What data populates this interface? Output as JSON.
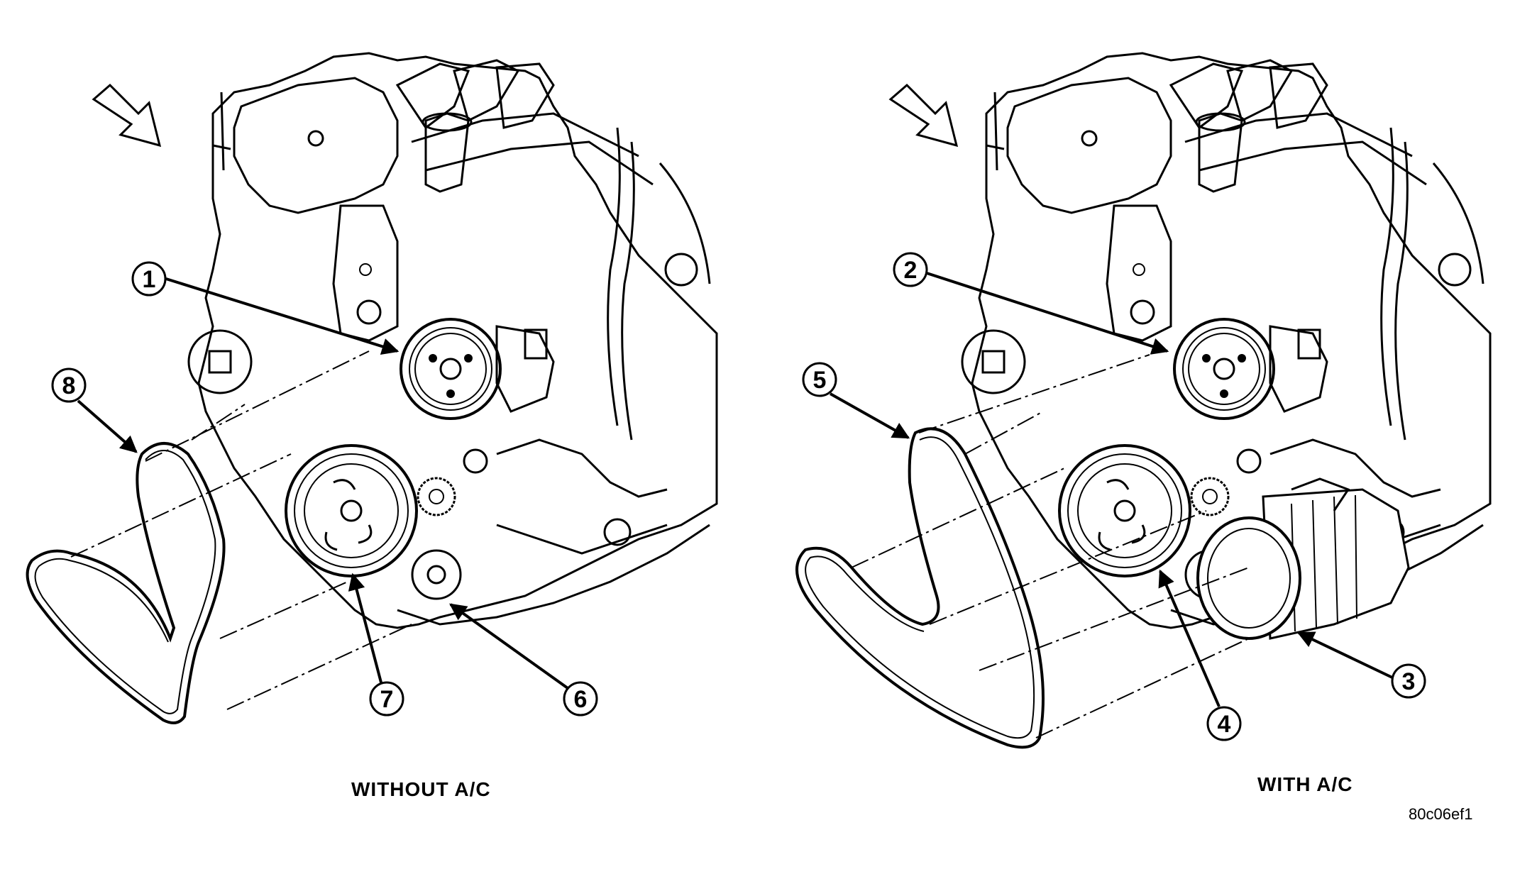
{
  "views": [
    {
      "caption": "WITHOUT A/C",
      "callouts": [
        "1",
        "8",
        "7",
        "6"
      ]
    },
    {
      "caption": "WITH A/C",
      "callouts": [
        "2",
        "5",
        "4",
        "3"
      ]
    }
  ],
  "figure_id": "80c06ef1",
  "colors": {
    "ink": "#000000",
    "paper": "#ffffff"
  }
}
